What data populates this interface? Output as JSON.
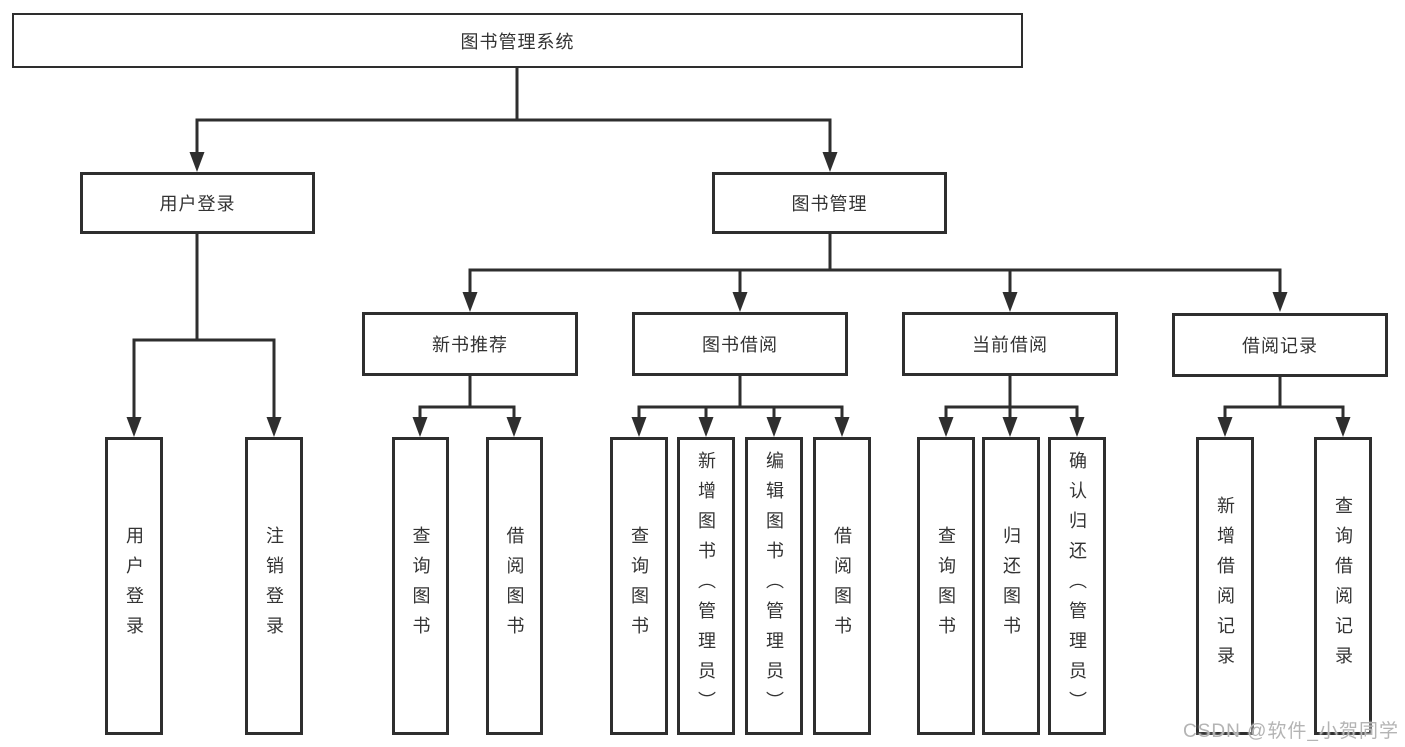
{
  "tree": {
    "root": "图书管理系统",
    "user_login": {
      "label": "用户登录",
      "children": {
        "login": "用户登录",
        "logout": "注销登录"
      }
    },
    "book_mgmt": {
      "label": "图书管理",
      "sections": {
        "new_book": {
          "label": "新书推荐",
          "children": {
            "query": "查询图书",
            "borrow": "借阅图书"
          }
        },
        "borrowing": {
          "label": "图书借阅",
          "children": {
            "query": "查询图书",
            "add": "新增图书（管理员）",
            "edit": "编辑图书（管理员）",
            "borrow": "借阅图书"
          }
        },
        "current": {
          "label": "当前借阅",
          "children": {
            "query": "查询图书",
            "return": "归还图书",
            "confirm": "确认归还（管理员）"
          }
        },
        "records": {
          "label": "借阅记录",
          "children": {
            "add": "新增借阅记录",
            "query": "查询借阅记录"
          }
        }
      }
    }
  },
  "watermark": "CSDN @软件_小贺同学",
  "colors": {
    "line": "#2e2e2e",
    "box_border": "#2e2e2e",
    "text": "#333333",
    "watermark": "#b4b4b4",
    "background": "#ffffff"
  }
}
